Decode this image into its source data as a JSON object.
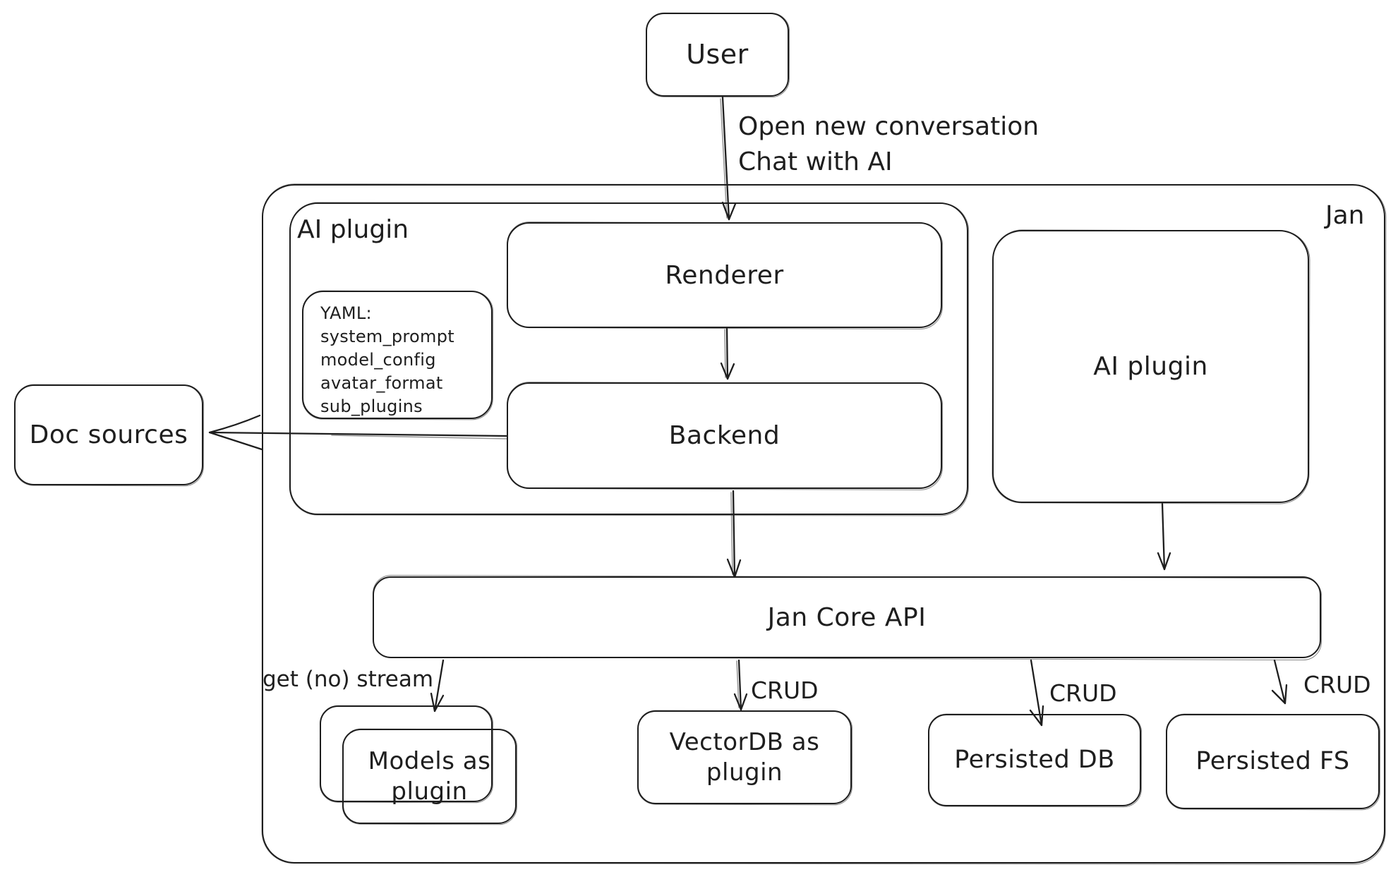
{
  "colors": {
    "stroke": "#1e1e1e",
    "background": "#ffffff"
  },
  "nodes": {
    "user": "User",
    "jan": "Jan",
    "ai_plugin_container": "AI plugin",
    "renderer": "Renderer",
    "backend": "Backend",
    "yaml_note": {
      "lines": [
        "YAML:",
        "system_prompt",
        "model_config",
        "avatar_format",
        "sub_plugins"
      ]
    },
    "doc_sources": "Doc sources",
    "ai_plugin_right": "AI plugin",
    "jan_core_api": "Jan Core API",
    "models_plugin": "Models as plugin",
    "vectordb_plugin": "VectorDB as plugin",
    "persisted_db": "Persisted DB",
    "persisted_fs": "Persisted FS"
  },
  "edge_labels": {
    "user_flow": [
      "Open new conversation",
      "Chat with AI"
    ],
    "get_no_stream": "get (no) stream",
    "crud_vectordb": "CRUD",
    "crud_persisted_db": "CRUD",
    "crud_persisted_fs": "CRUD"
  }
}
